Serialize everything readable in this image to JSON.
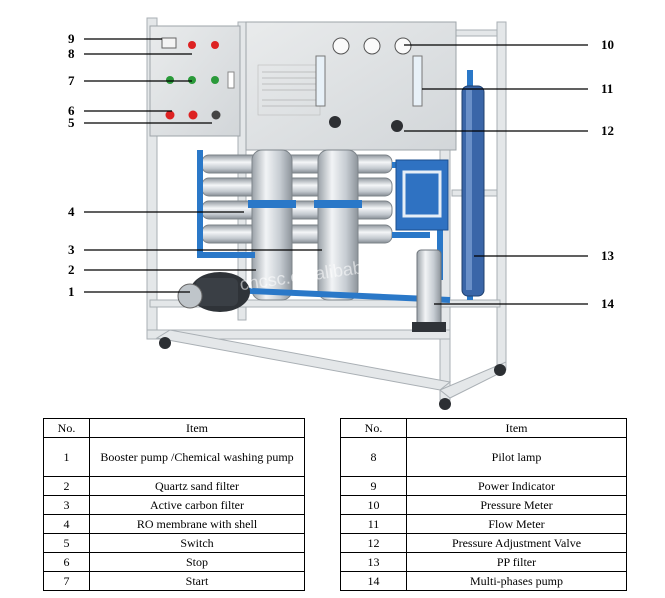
{
  "callouts": {
    "left": [
      "9",
      "8",
      "7",
      "6",
      "5",
      "4",
      "3",
      "2",
      "1"
    ],
    "right": [
      "10",
      "11",
      "12",
      "13",
      "14"
    ]
  },
  "watermark": "cncsc.en.alibaba.com",
  "table": {
    "headers": {
      "no": "No.",
      "item": "Item"
    },
    "left": [
      {
        "no": "1",
        "item": "Booster pump /Chemical washing pump"
      },
      {
        "no": "2",
        "item": "Quartz sand filter"
      },
      {
        "no": "3",
        "item": "Active carbon filter"
      },
      {
        "no": "4",
        "item": "RO membrane with shell"
      },
      {
        "no": "5",
        "item": "Switch"
      },
      {
        "no": "6",
        "item": "Stop"
      },
      {
        "no": "7",
        "item": "Start"
      }
    ],
    "right": [
      {
        "no": "8",
        "item": "Pilot lamp"
      },
      {
        "no": "9",
        "item": "Power Indicator"
      },
      {
        "no": "10",
        "item": "Pressure Meter"
      },
      {
        "no": "11",
        "item": "Flow Meter"
      },
      {
        "no": "12",
        "item": "Pressure Adjustment Valve"
      },
      {
        "no": "13",
        "item": "PP filter"
      },
      {
        "no": "14",
        "item": "Multi-phases pump"
      }
    ]
  },
  "colors": {
    "frame": "#e7e9ea",
    "panel": "#dcdfe1",
    "pipe_blue": "#2a78c8",
    "steel": "#c9ced3",
    "pump_dark": "#2f3338"
  }
}
